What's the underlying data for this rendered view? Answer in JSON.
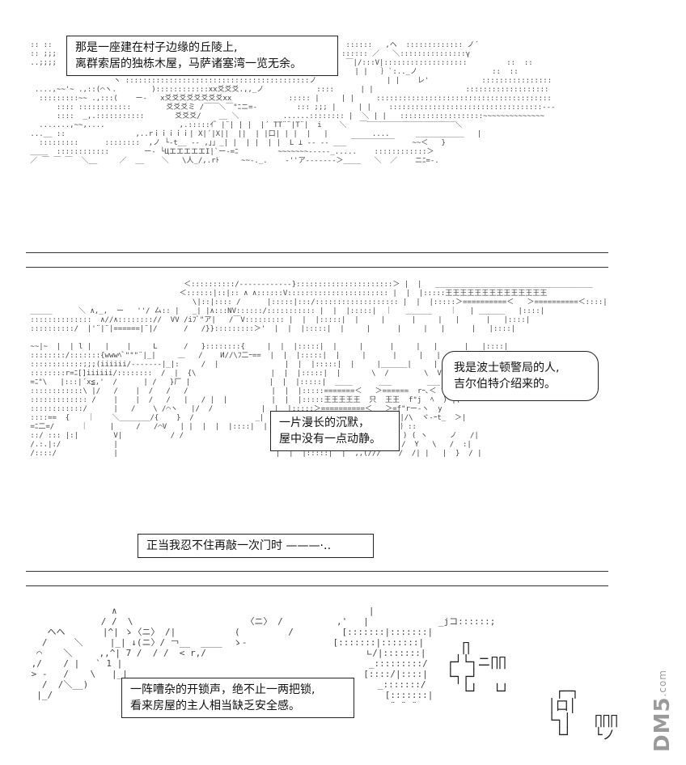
{
  "panels": [
    {
      "id": "panel-1",
      "captions": [
        {
          "lines": [
            "那是一座建在村子边缘的丘陵上,",
            "离群索居的独栋木屋，马萨诸塞湾一览无余。"
          ]
        }
      ]
    },
    {
      "id": "panel-2",
      "captions": [
        {
          "lines": [
            "一片漫长的沉默，",
            "屋中没有一点动静。"
          ]
        },
        {
          "lines": [
            "正当我忍不住再敲一次门时 ———·‥"
          ]
        }
      ],
      "bubbles": [
        {
          "lines": [
            "我是波士顿警局的人,",
            "吉尔伯特介绍来的。"
          ]
        }
      ]
    },
    {
      "id": "panel-3",
      "captions": [
        {
          "lines": [
            "一阵嘈杂的开锁声，绝不止一两把锁,",
            "看来房屋的主人相当缺乏安全感。"
          ]
        }
      ]
    }
  ],
  "watermark": {
    "main": "DM5",
    "sub": ".com"
  }
}
